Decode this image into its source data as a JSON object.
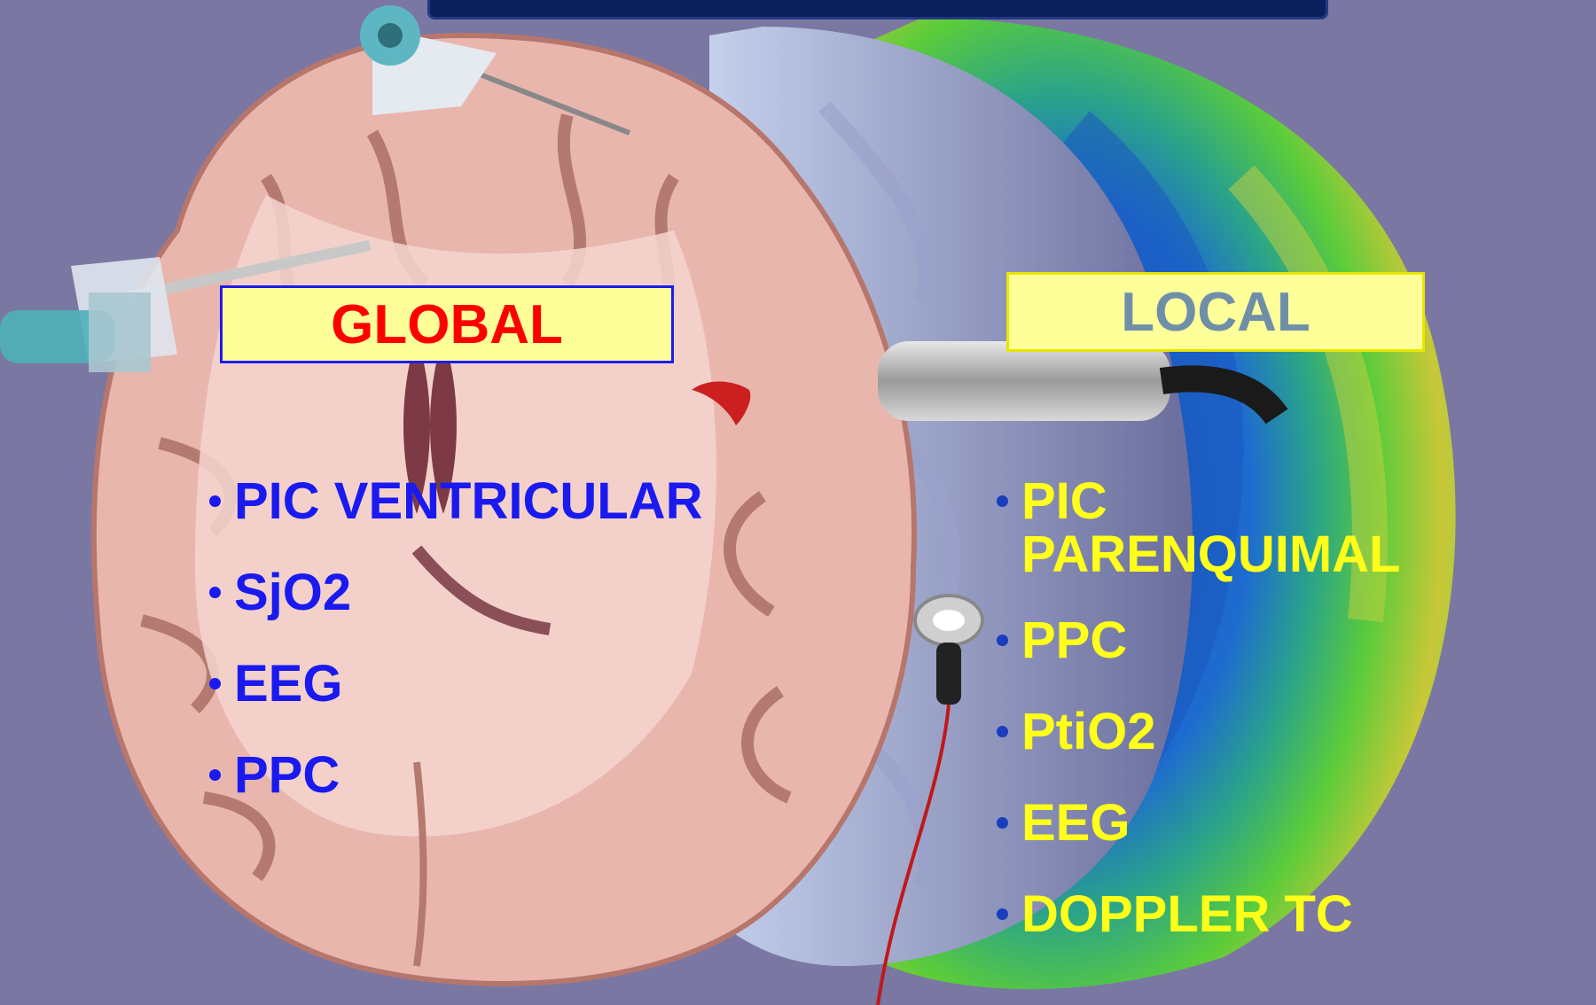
{
  "global": {
    "label": "GLOBAL",
    "items": [
      "PIC VENTRICULAR",
      "SjO2",
      "EEG",
      "PPC"
    ]
  },
  "local": {
    "label": "LOCAL",
    "items": [
      "PIC PARENQUIMAL",
      "PPC",
      "PtiO2",
      "EEG",
      "DOPPLER TC"
    ]
  },
  "colors": {
    "background": "#7a77a3",
    "global_label": "#ff0000",
    "local_label": "#6f8fa8",
    "global_items": "#1a1af0",
    "local_items": "#ffff1a",
    "label_box": "#ffff99"
  }
}
